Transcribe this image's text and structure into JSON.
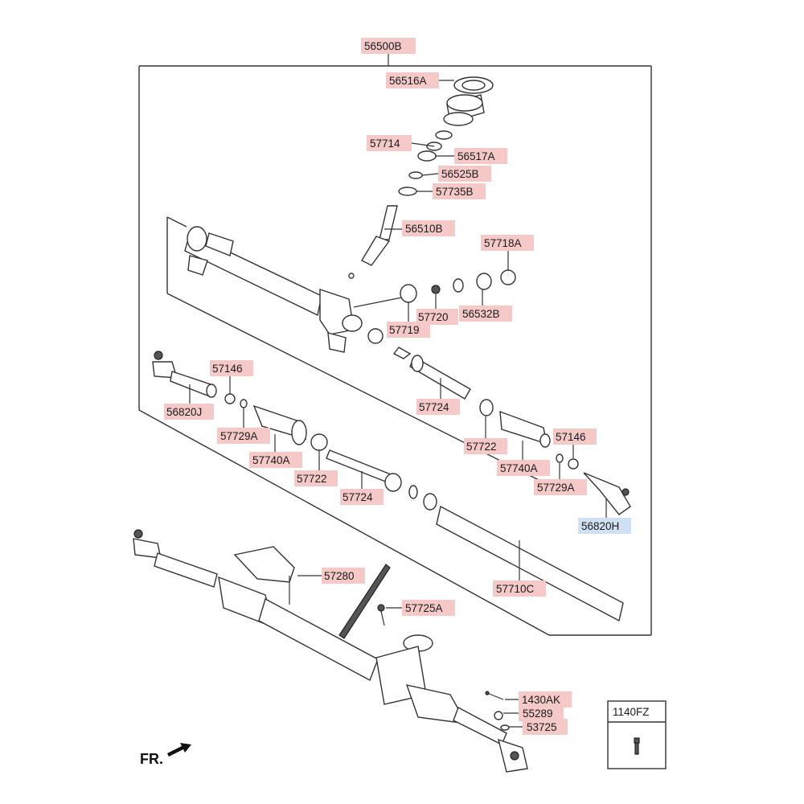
{
  "labels": [
    {
      "id": "56500B",
      "text": "56500B"
    },
    {
      "id": "56516A",
      "text": "56516A"
    },
    {
      "id": "57714",
      "text": "57714"
    },
    {
      "id": "56517A",
      "text": "56517A"
    },
    {
      "id": "56525B",
      "text": "56525B"
    },
    {
      "id": "57735B",
      "text": "57735B"
    },
    {
      "id": "56510B",
      "text": "56510B"
    },
    {
      "id": "57718A",
      "text": "57718A"
    },
    {
      "id": "57720",
      "text": "57720"
    },
    {
      "id": "56532B",
      "text": "56532B"
    },
    {
      "id": "57719",
      "text": "57719"
    },
    {
      "id": "57146_L",
      "text": "57146"
    },
    {
      "id": "56820J",
      "text": "56820J"
    },
    {
      "id": "57729A_L",
      "text": "57729A"
    },
    {
      "id": "57740A_L",
      "text": "57740A"
    },
    {
      "id": "57722_L",
      "text": "57722"
    },
    {
      "id": "57724_L",
      "text": "57724"
    },
    {
      "id": "57724_R",
      "text": "57724"
    },
    {
      "id": "57722_R",
      "text": "57722"
    },
    {
      "id": "57146_R",
      "text": "57146"
    },
    {
      "id": "57740A_R",
      "text": "57740A"
    },
    {
      "id": "57729A_R",
      "text": "57729A"
    },
    {
      "id": "56820H",
      "text": "56820H"
    },
    {
      "id": "57280",
      "text": "57280"
    },
    {
      "id": "57710C",
      "text": "57710C"
    },
    {
      "id": "57725A",
      "text": "57725A"
    },
    {
      "id": "1430AK",
      "text": "1430AK"
    },
    {
      "id": "55289",
      "text": "55289"
    },
    {
      "id": "53725",
      "text": "53725"
    }
  ],
  "inset": {
    "label": "1140FZ"
  },
  "direction": {
    "label": "FR."
  },
  "colors": {
    "label_bg": "#f6c9c9",
    "highlight_bg": "#cfe0f3",
    "line": "#333333"
  }
}
